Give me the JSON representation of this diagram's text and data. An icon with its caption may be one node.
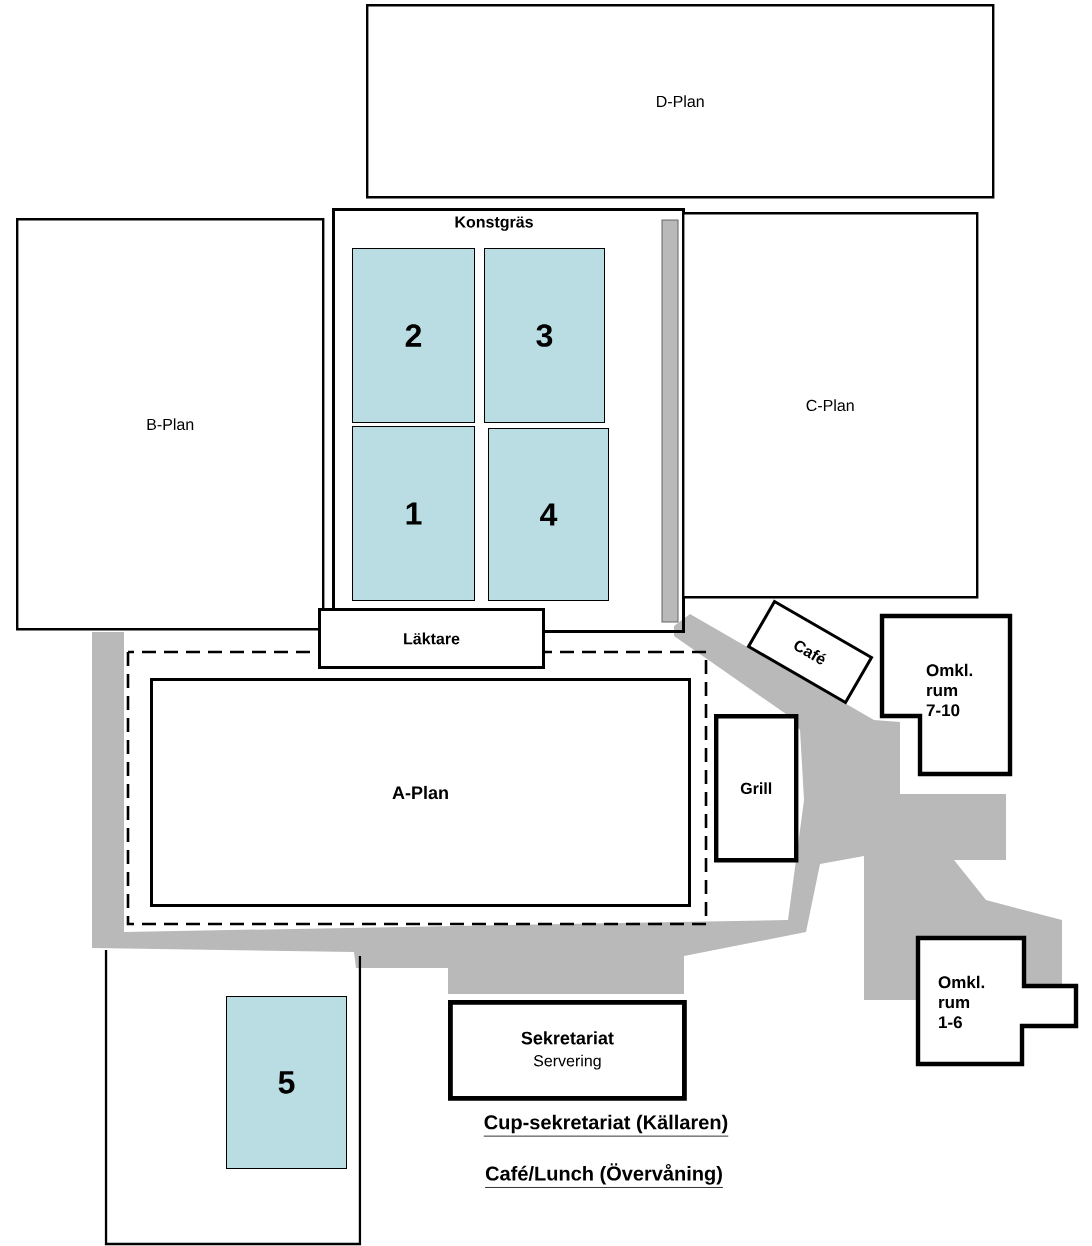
{
  "diagram": {
    "nodes": [
      {
        "text": [
          "D-Plan"
        ]
      },
      {
        "text": [
          "B-Plan"
        ]
      },
      {
        "text": [
          "Konstgräs"
        ]
      },
      {
        "text": [
          "2"
        ],
        "in": 2
      },
      {
        "text": [
          "3"
        ],
        "in": 2
      },
      {
        "text": [
          "1"
        ],
        "in": 2
      },
      {
        "text": [
          "4"
        ],
        "in": 2
      },
      {
        "text": [
          "C-Plan"
        ]
      },
      {
        "text": [
          "Läktare"
        ]
      },
      {
        "text": [
          "Café"
        ]
      },
      {
        "text": [
          "Omkl. rum 7-10"
        ]
      },
      {
        "text": [
          "A-Plan"
        ]
      },
      {
        "text": [
          "Grill"
        ]
      },
      {
        "text": [
          "Omkl. rum 1-6"
        ]
      },
      {
        "text": [
          "Sekretariat",
          "Servering"
        ]
      },
      {
        "text": [
          "5"
        ]
      }
    ],
    "labels": [
      "Cup-sekretariat (Källaren)",
      "Café/Lunch (Övervåning)"
    ]
  }
}
